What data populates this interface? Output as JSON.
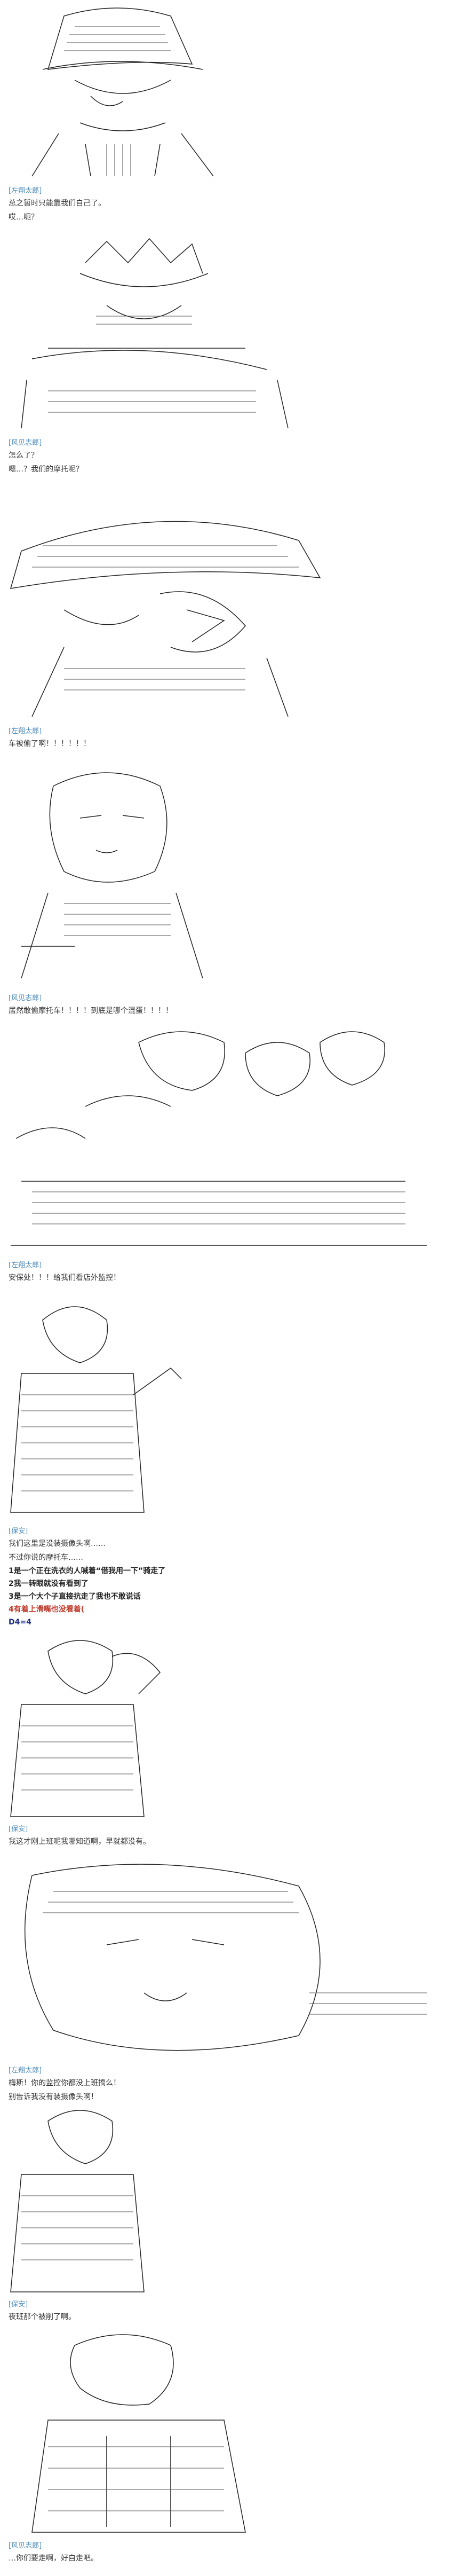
{
  "panels": [
    {
      "art": "luffy-hat-portrait",
      "speaker": "[左翔太郎]",
      "lines": [
        "总之暂时只能靠我们自己了。",
        "哎…呃？"
      ]
    },
    {
      "art": "luffy-spiky-hair",
      "speaker": "[风见志郎]",
      "lines": [
        "怎么了？",
        "嗯…？我们的摩托呢？"
      ]
    },
    {
      "art": "luffy-shouting",
      "speaker": "[左翔太郎]",
      "lines": [
        "车被偷了啊！！！！！！"
      ]
    },
    {
      "art": "character-glancing",
      "speaker": "[风见志郎]",
      "lines": [
        "居然敢偷摩托车！！！！到底是哪个混蛋！！！！"
      ]
    },
    {
      "art": "crowd-scene",
      "speaker": "[左翔太郎]",
      "lines": [
        "安保处！！！给我们看店外监控！"
      ]
    },
    {
      "art": "staff-standing",
      "speaker": "[保安]",
      "lines": [
        "我们这里是没装摄像头啊……",
        "不过你说的摩托车……"
      ],
      "choices": [
        "1是一个正在洗衣的人喊着“借我用一下”骑走了",
        "2我一转眼就没有看到了",
        "3是一个大个子直接抗走了我也不敢说话"
      ],
      "note": "4有着上滑嘴也没看着(",
      "dice": "D4=4"
    },
    {
      "art": "staff-scratching-head",
      "speaker": "[保安]",
      "lines": [
        "我这才刚上班呢我哪知道啊，早就都没有。"
      ]
    },
    {
      "art": "close-up-face",
      "speaker": "[左翔太郎]",
      "lines": [
        "梅斯！你的监控你都没上班搞么！",
        "别告诉我没有装摄像头啊！"
      ]
    },
    {
      "art": "staff-standing-2",
      "speaker": "[保安]",
      "lines": [
        "夜班那个被削了啊。"
      ]
    },
    {
      "art": "luffy-bottom",
      "speaker": "[风见志郎]",
      "lines": [
        "…你们要走啊，好自走吧。"
      ]
    }
  ]
}
